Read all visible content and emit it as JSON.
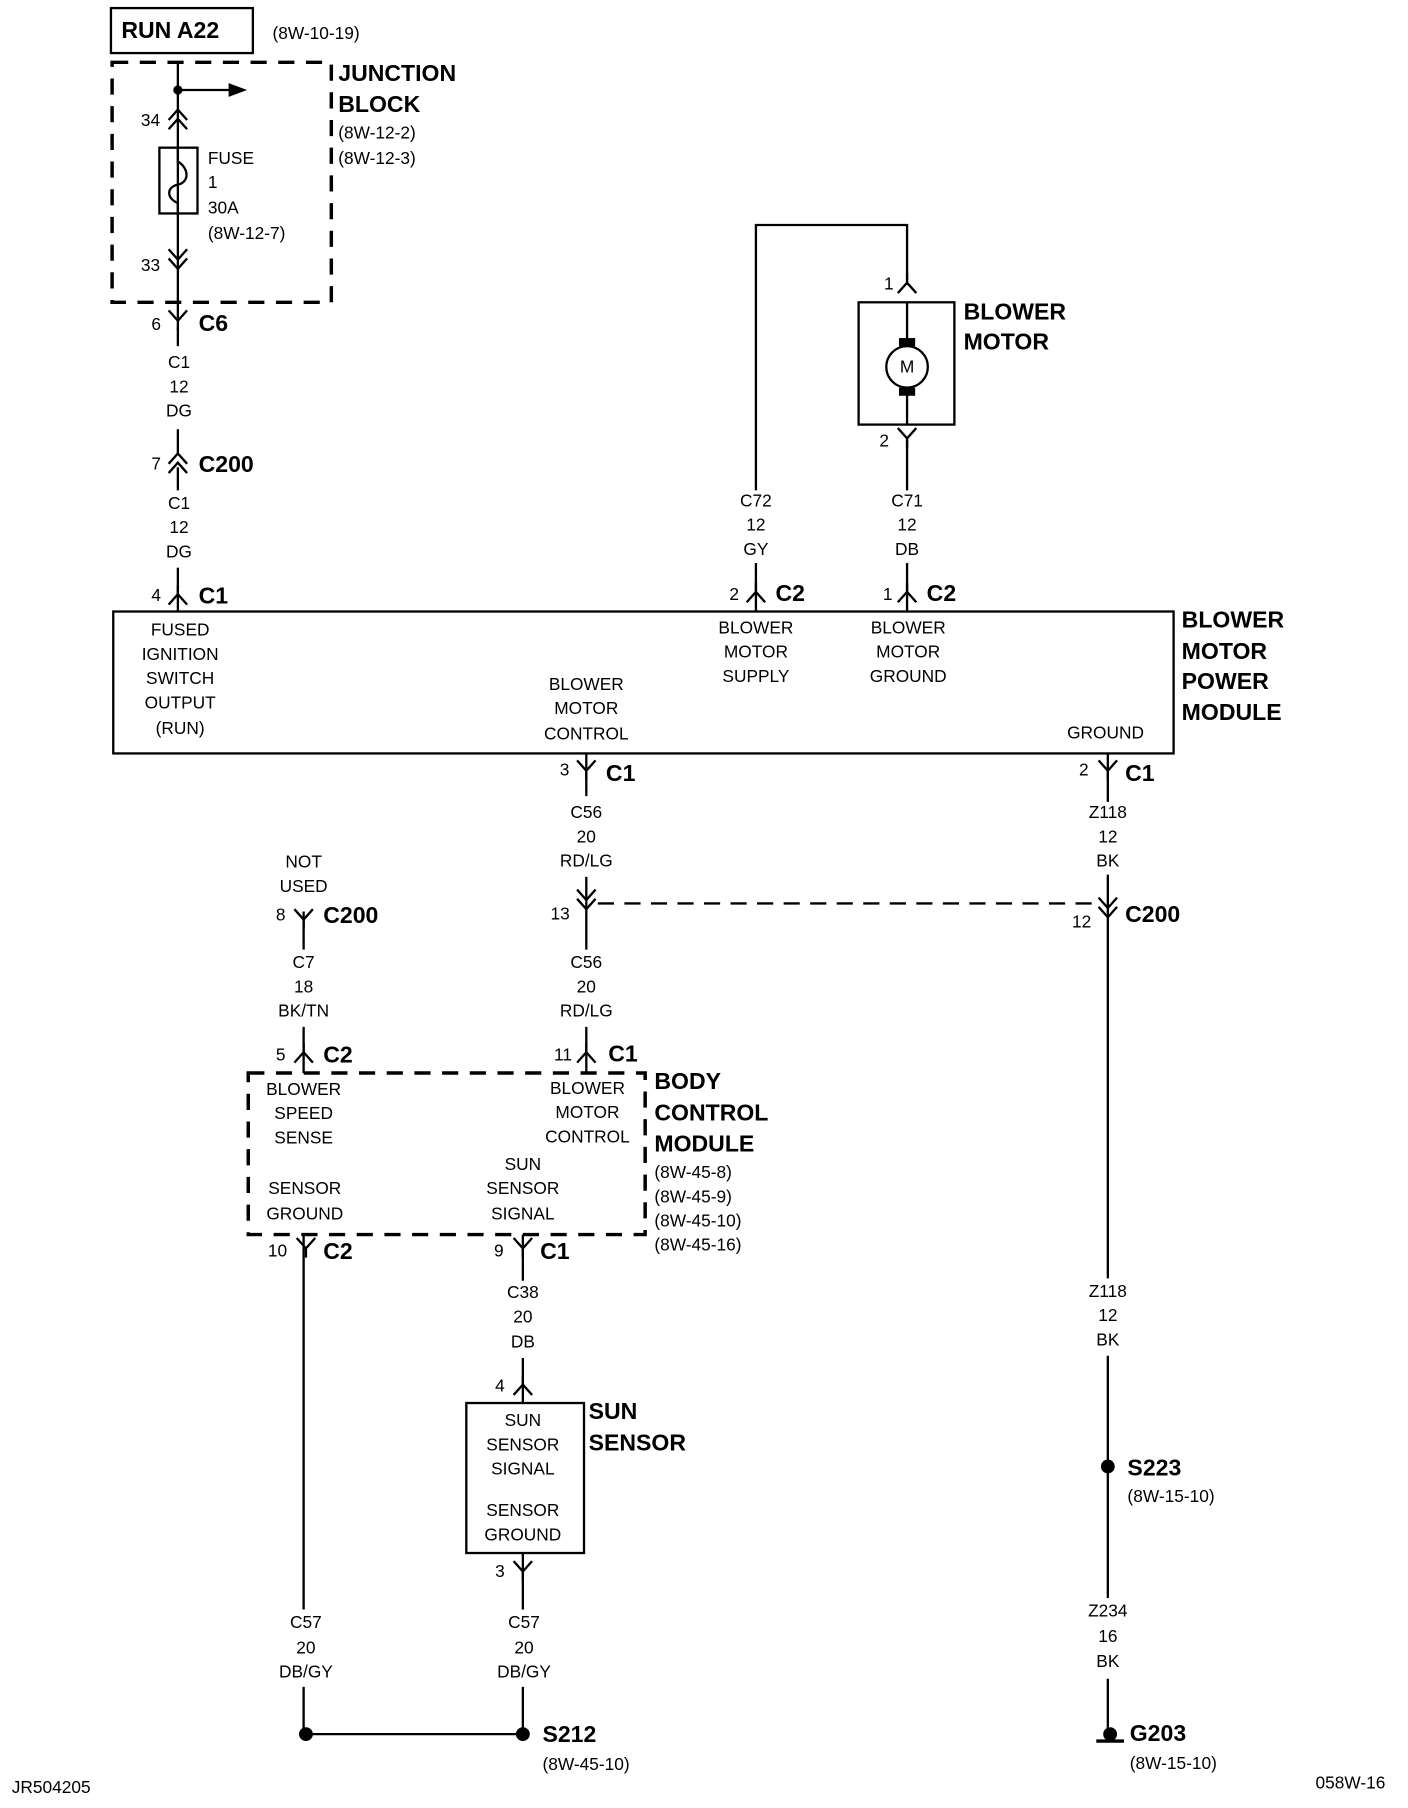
{
  "header": {
    "circuit": "RUN A22",
    "circuit_ref": "(8W-10-19)"
  },
  "junction_block": {
    "title": [
      "JUNCTION",
      "BLOCK"
    ],
    "refs": [
      "(8W-12-2)",
      "(8W-12-3)"
    ],
    "pin_in": "34",
    "pin_out": "33",
    "fuse": [
      "FUSE",
      "1",
      "30A",
      "(8W-12-7)"
    ]
  },
  "c6": {
    "pin": "6",
    "name": "C6"
  },
  "wire_c1_a": [
    "C1",
    "12",
    "DG"
  ],
  "c200_a": {
    "pin": "7",
    "name": "C200"
  },
  "wire_c1_b": [
    "C1",
    "12",
    "DG"
  ],
  "bmpm_c1_4": {
    "pin": "4",
    "name": "C1"
  },
  "blower_motor": {
    "title": [
      "BLOWER",
      "MOTOR"
    ],
    "pin1": "1",
    "pin2": "2",
    "symbol": "M"
  },
  "wire_c72": [
    "C72",
    "12",
    "GY"
  ],
  "wire_c71": [
    "C71",
    "12",
    "DB"
  ],
  "bmpm_c2_2": {
    "pin": "2",
    "name": "C2"
  },
  "bmpm_c2_1": {
    "pin": "1",
    "name": "C2"
  },
  "bmpm": {
    "title": [
      "BLOWER",
      "MOTOR",
      "POWER",
      "MODULE"
    ],
    "fused": [
      "FUSED",
      "IGNITION",
      "SWITCH",
      "OUTPUT",
      "(RUN)"
    ],
    "control": [
      "BLOWER",
      "MOTOR",
      "CONTROL"
    ],
    "supply": [
      "BLOWER",
      "MOTOR",
      "SUPPLY"
    ],
    "mground": [
      "BLOWER",
      "MOTOR",
      "GROUND"
    ],
    "ground": "GROUND"
  },
  "bmpm_c1_3": {
    "pin": "3",
    "name": "C1"
  },
  "bmpm_c1_2": {
    "pin": "2",
    "name": "C1"
  },
  "wire_c56_a": [
    "C56",
    "20",
    "RD/LG"
  ],
  "wire_z118_a": [
    "Z118",
    "12",
    "BK"
  ],
  "c200_13": {
    "pin": "13"
  },
  "c200_12": {
    "pin": "12",
    "name": "C200"
  },
  "not_used": [
    "NOT",
    "USED"
  ],
  "c200_8": {
    "pin": "8",
    "name": "C200"
  },
  "wire_c7": [
    "C7",
    "18",
    "BK/TN"
  ],
  "wire_c56_b": [
    "C56",
    "20",
    "RD/LG"
  ],
  "bcm_c2_5": {
    "pin": "5",
    "name": "C2"
  },
  "bcm_c1_11": {
    "pin": "11",
    "name": "C1"
  },
  "bcm": {
    "title": [
      "BODY",
      "CONTROL",
      "MODULE"
    ],
    "refs": [
      "(8W-45-8)",
      "(8W-45-9)",
      "(8W-45-10)",
      "(8W-45-16)"
    ],
    "speed": [
      "BLOWER",
      "SPEED",
      "SENSE"
    ],
    "control": [
      "BLOWER",
      "MOTOR",
      "CONTROL"
    ],
    "sground": [
      "SENSOR",
      "GROUND"
    ],
    "sun": [
      "SUN",
      "SENSOR",
      "SIGNAL"
    ]
  },
  "bcm_c2_10": {
    "pin": "10",
    "name": "C2"
  },
  "bcm_c1_9": {
    "pin": "9",
    "name": "C1"
  },
  "wire_c38": [
    "C38",
    "20",
    "DB"
  ],
  "wire_z118_b": [
    "Z118",
    "12",
    "BK"
  ],
  "sun_sensor": {
    "title": [
      "SUN",
      "SENSOR"
    ],
    "pin4": "4",
    "pin3": "3",
    "signal": [
      "SUN",
      "SENSOR",
      "SIGNAL"
    ],
    "ground": [
      "SENSOR",
      "GROUND"
    ]
  },
  "s223": {
    "name": "S223",
    "ref": "(8W-15-10)"
  },
  "wire_z234": [
    "Z234",
    "16",
    "BK"
  ],
  "wire_c57_a": [
    "C57",
    "20",
    "DB/GY"
  ],
  "wire_c57_b": [
    "C57",
    "20",
    "DB/GY"
  ],
  "s212": {
    "name": "S212",
    "ref": "(8W-45-10)"
  },
  "g203": {
    "name": "G203",
    "ref": "(8W-15-10)"
  },
  "footer": {
    "left": "JR504205",
    "right": "058W-16"
  }
}
